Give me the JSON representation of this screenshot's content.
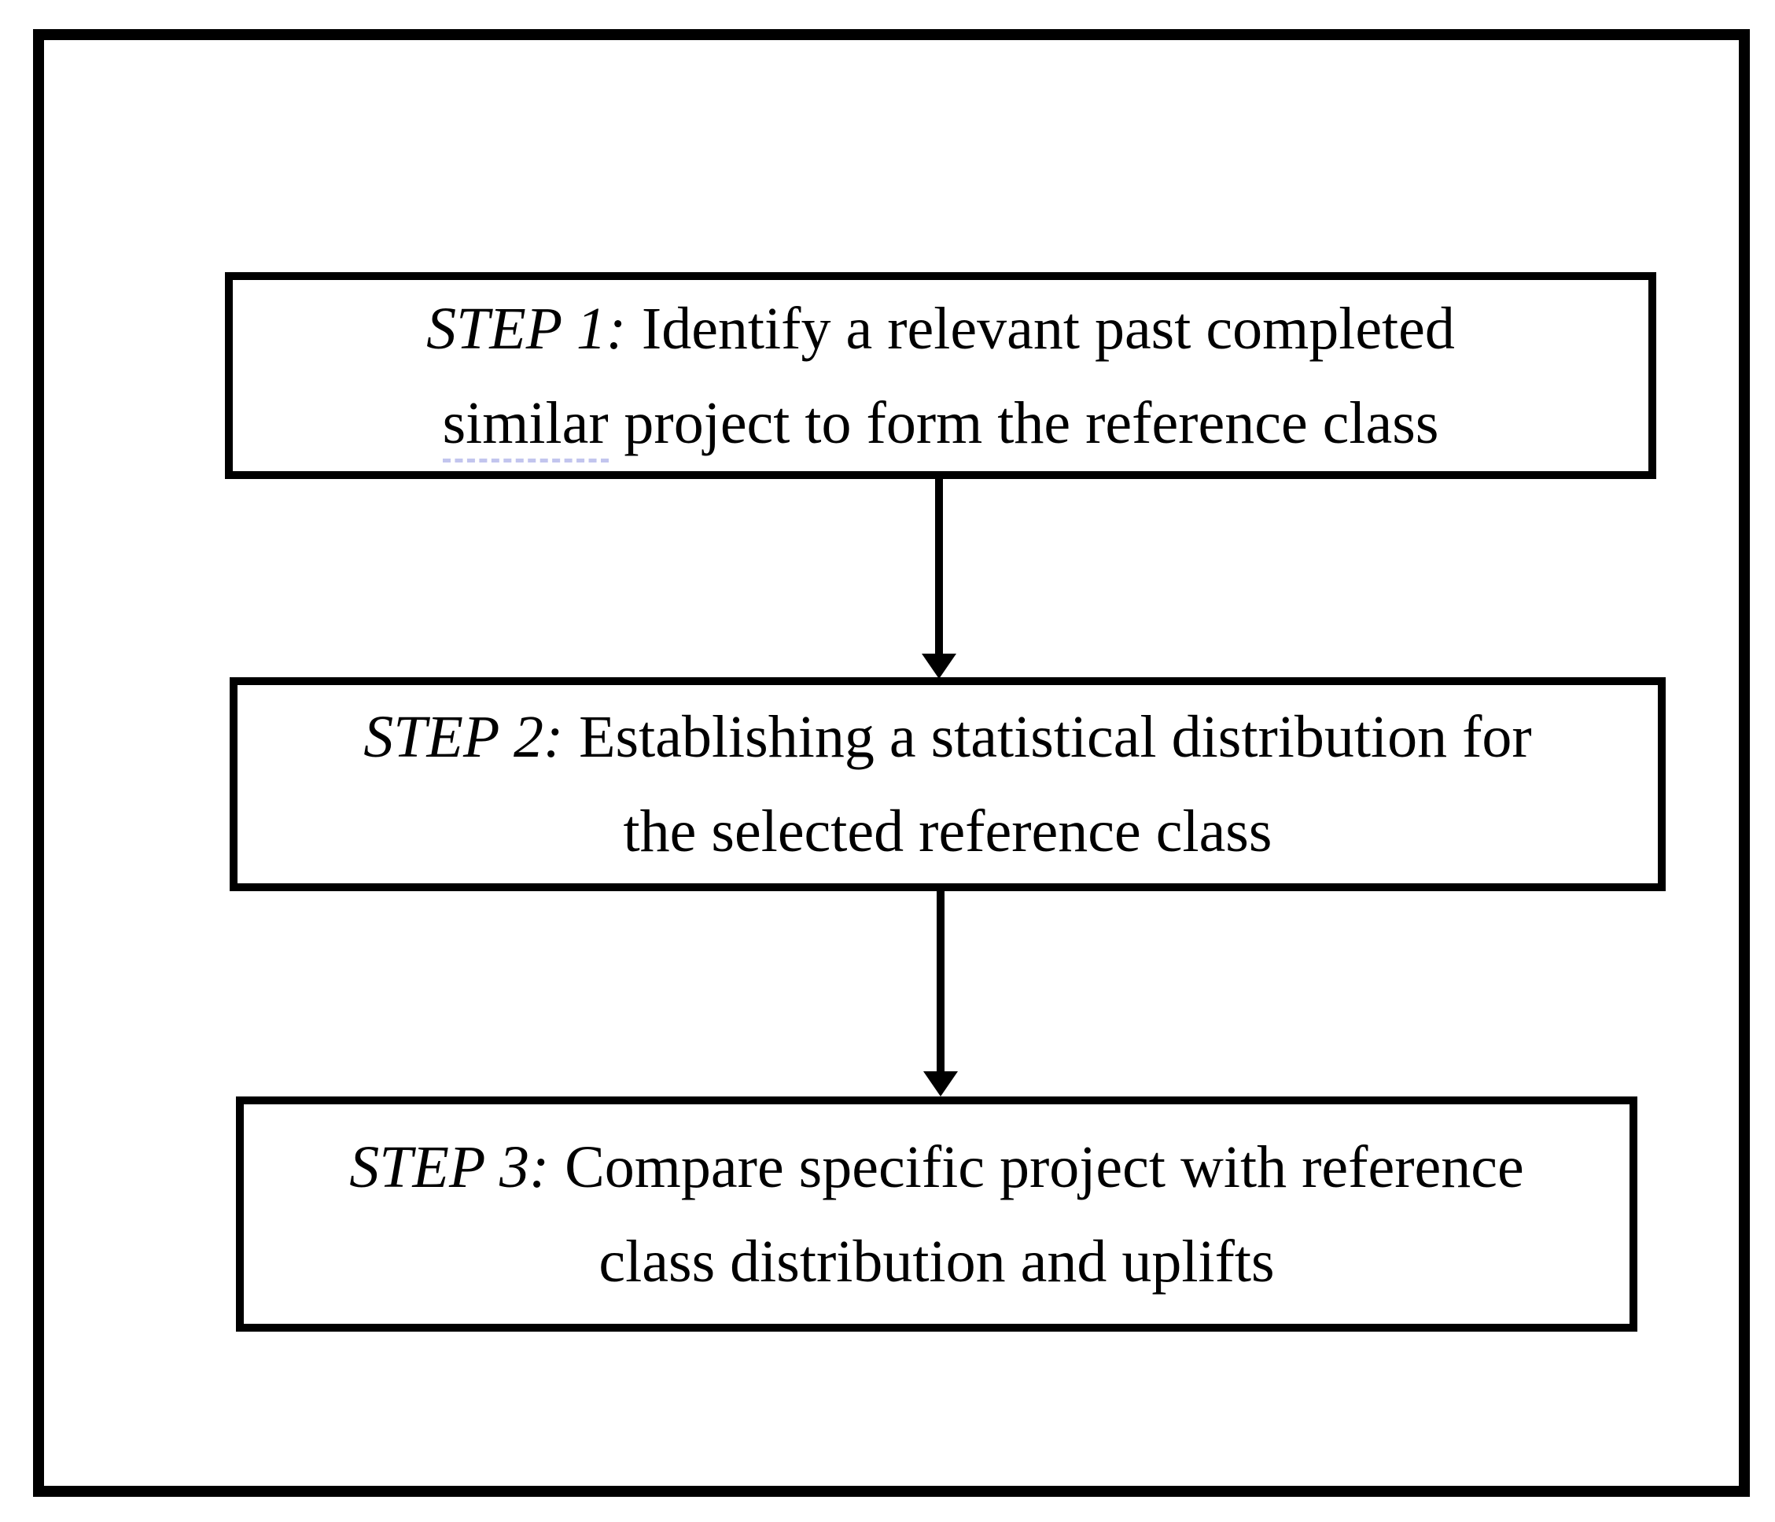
{
  "figure": {
    "type": "flowchart",
    "background_color": "#ffffff",
    "line_color": "#000000",
    "spellcheck_underline_color": "#c2c5ee",
    "steps": [
      {
        "id": "step-1",
        "label": "STEP 1:",
        "line1": "Identify a relevant past completed",
        "line2_underlined_word": "similar",
        "line2_rest": "project to form the reference class"
      },
      {
        "id": "step-2",
        "label": "STEP 2:",
        "line1": "Establishing a statistical distribution for",
        "line2": "the selected reference class"
      },
      {
        "id": "step-3",
        "label": "STEP 3:",
        "line1": "Compare specific project with reference",
        "line2": "class distribution and uplifts"
      }
    ],
    "connectors": [
      {
        "from": "step-1",
        "to": "step-2",
        "direction": "down"
      },
      {
        "from": "step-2",
        "to": "step-3",
        "direction": "down"
      }
    ]
  }
}
